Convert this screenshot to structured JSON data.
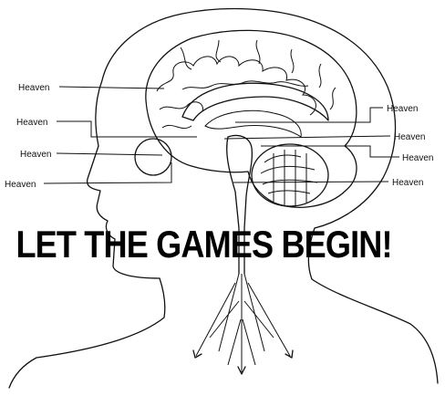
{
  "labels": {
    "left_1": "Heaven",
    "left_2": "Heaven",
    "left_3": "Heaven",
    "left_4": "Heaven",
    "right_1": "Heaven",
    "right_2": "Heaven",
    "right_3": "Heaven",
    "right_4": "Heaven"
  },
  "caption": "LET THE GAMES BEGIN!",
  "colors": {
    "line": "#111111",
    "background": "#ffffff",
    "text": "#000000"
  }
}
